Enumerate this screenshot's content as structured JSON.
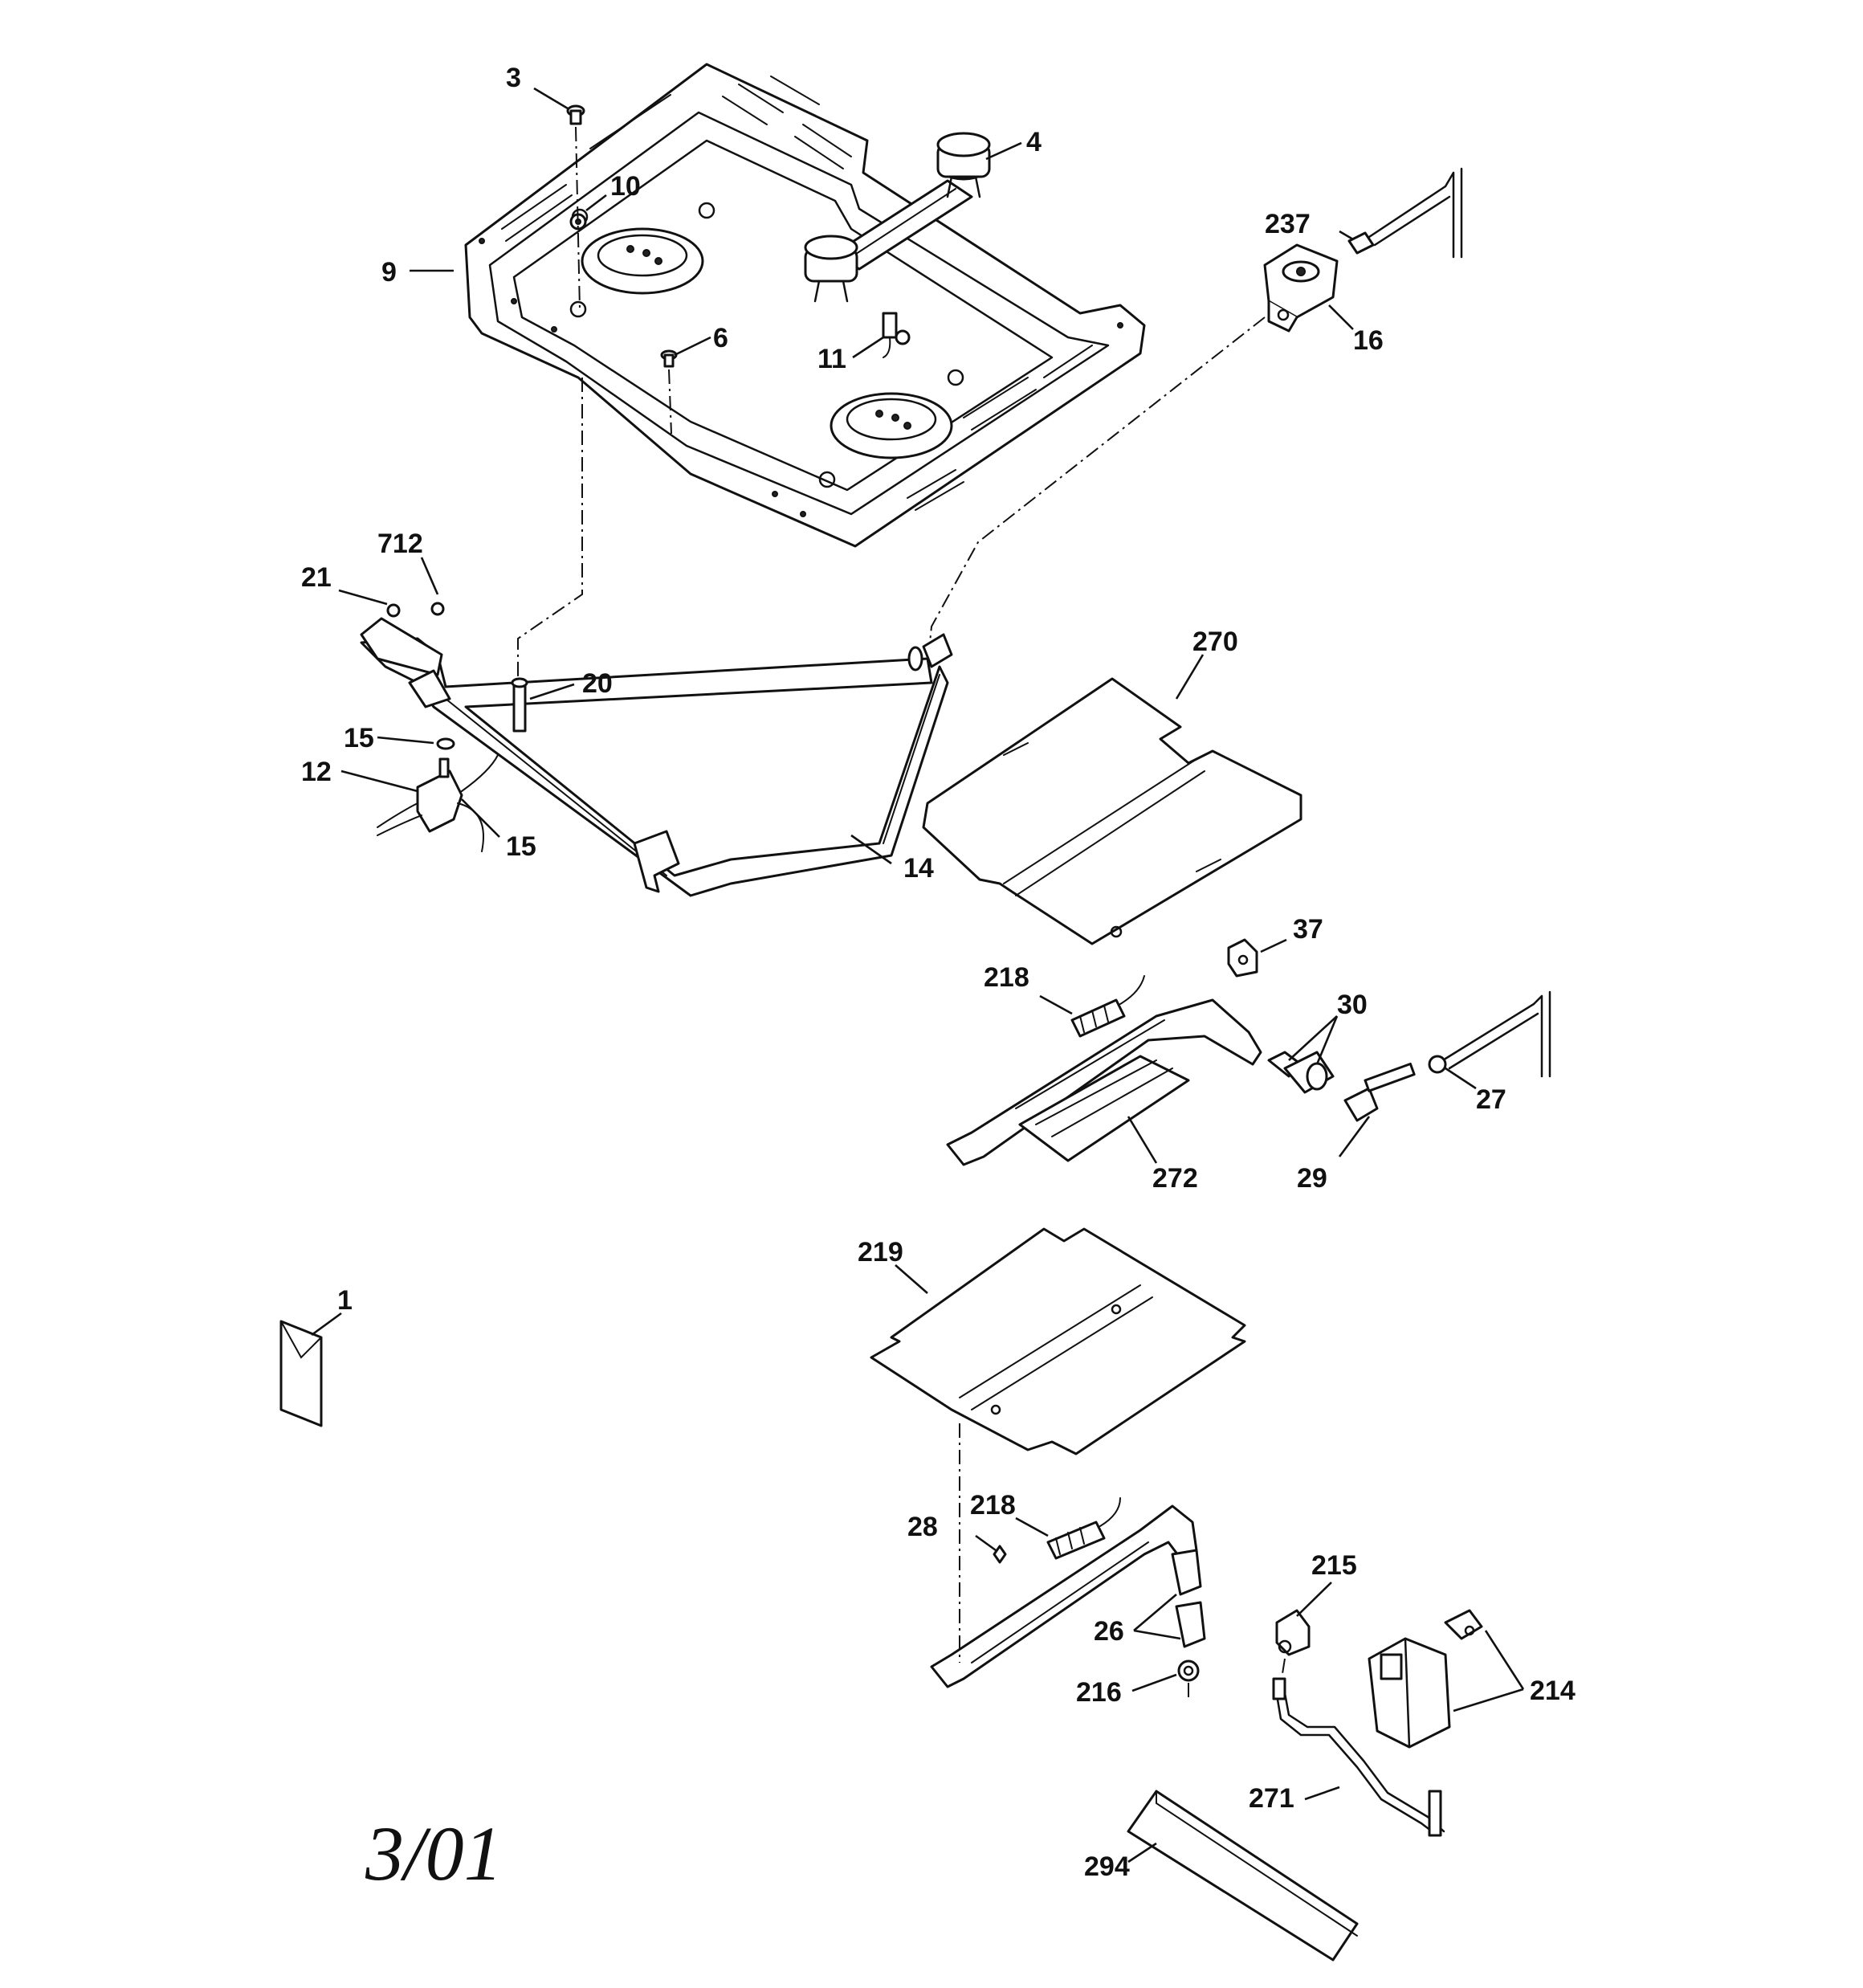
{
  "diagram": {
    "callouts": {
      "c3": "3",
      "c4": "4",
      "c10": "10",
      "c9": "9",
      "c6": "6",
      "c11": "11",
      "c237": "237",
      "c16": "16",
      "c712": "712",
      "c21": "21",
      "c20": "20",
      "c15a": "15",
      "c12": "12",
      "c15b": "15",
      "c14": "14",
      "c270": "270",
      "c37": "37",
      "c218a": "218",
      "c30": "30",
      "c27": "27",
      "c272": "272",
      "c29": "29",
      "c219": "219",
      "c1": "1",
      "c218b": "218",
      "c28": "28",
      "c215": "215",
      "c26": "26",
      "c216": "216",
      "c214": "214",
      "c271": "271",
      "c294": "294"
    },
    "date_stamp": "3/01"
  }
}
